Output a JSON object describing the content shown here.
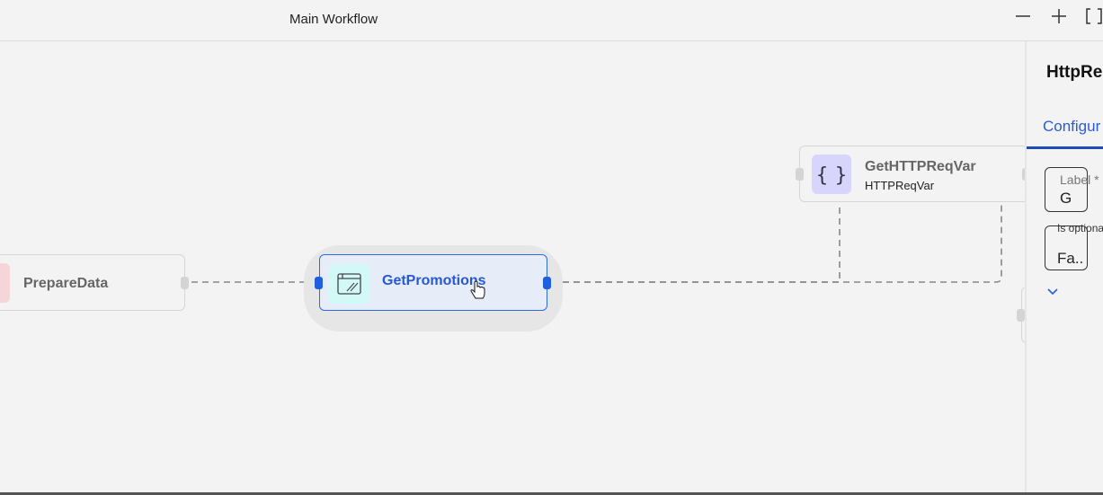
{
  "header": {
    "title": "Main Workflow",
    "minimize_icon": "minus-icon",
    "zoom_in_icon": "plus-icon",
    "fit_icon": "brackets-icon"
  },
  "nodes": {
    "prepare": {
      "label": "PrepareData",
      "color": "#f5d5d7"
    },
    "promotions": {
      "label": "GetPromotions",
      "icon": "browser-window-icon",
      "color": "#d2f8f8",
      "accent": "#1e5fe0"
    },
    "httpvar": {
      "label": "GetHTTPReqVar",
      "sublabel": "HTTPReqVar",
      "icon": "curly-braces-icon",
      "color": "#d7d5fb"
    }
  },
  "panel": {
    "title": "HttpRe",
    "tab": "Configur",
    "fields": [
      {
        "label": "Label *",
        "value": "G"
      },
      {
        "label": "Is optional",
        "value": "Fa.."
      }
    ]
  }
}
